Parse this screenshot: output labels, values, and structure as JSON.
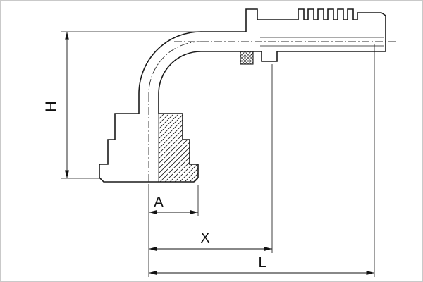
{
  "drawing": {
    "subject": "90-degree elbow flange hose fitting, sectioned technical drawing",
    "labels": {
      "height": "H",
      "flange": "A",
      "drop": "X",
      "overall": "L"
    },
    "colors": {
      "line": "#1a1a1a",
      "dimension": "#111111",
      "background": "#ffffff"
    }
  }
}
